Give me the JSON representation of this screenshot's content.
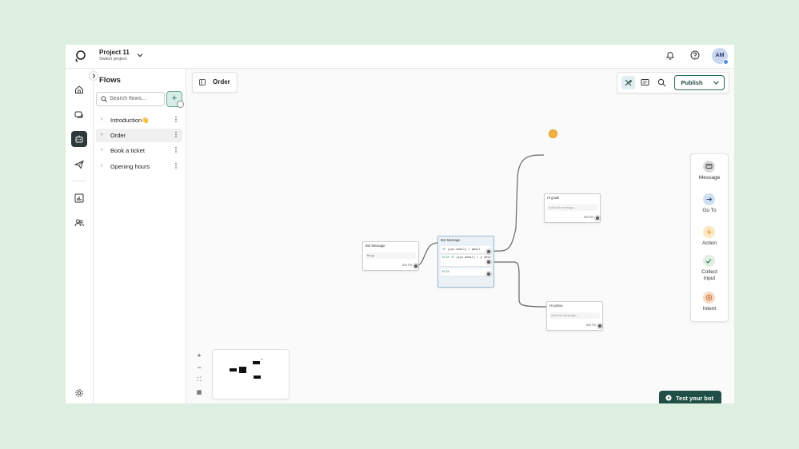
{
  "project": {
    "name": "Project 11",
    "switch_label": "Switch project"
  },
  "user": {
    "initials": "AM"
  },
  "flows_panel": {
    "title": "Flows",
    "search_placeholder": "Search flows...",
    "add_label": "+",
    "items": [
      {
        "label": "Introduction👋",
        "active": false
      },
      {
        "label": "Order",
        "active": true
      },
      {
        "label": "Book a ticket",
        "active": false
      },
      {
        "label": "Opening hours",
        "active": false
      }
    ]
  },
  "canvas": {
    "tab_label": "Order",
    "publish_label": "Publish",
    "nodes": {
      "start": {
        "title": "Bot Message",
        "text": "hi  up",
        "goto": "GO TO"
      },
      "condition": {
        "title": "Bot Message",
        "if_kw": "IF",
        "if_text": "{sys.email} = gmail",
        "elseif_kw": "ELSE IF",
        "elseif_text": "{sys.email} = y ahoo",
        "else_kw": "ELSE"
      },
      "gmail": {
        "title": "Hi gmail",
        "placeholder": "Add bot message...",
        "goto": "GO TO"
      },
      "yahoo": {
        "title": "Hi yahoo",
        "placeholder": "Add bot message...",
        "goto": "GO TO"
      }
    },
    "palette": [
      {
        "label": "Message",
        "icon": "message-icon",
        "color": "#d9d9d9"
      },
      {
        "label": "Go To",
        "icon": "goto-arrow-icon",
        "color": "#cfe0f3"
      },
      {
        "label": "Action",
        "icon": "lightning-icon",
        "color": "#fde7c2"
      },
      {
        "label": "Collect Input",
        "icon": "checkmarks-icon",
        "color": "#dfeee3"
      },
      {
        "label": "Intent",
        "icon": "target-icon",
        "color": "#f8d9c2"
      }
    ],
    "zoom": {
      "in": "+",
      "out": "−",
      "fit": "⛶",
      "layout": "▦"
    },
    "test_bot_label": "Test your bot"
  },
  "colors": {
    "accent": "#1f4f47",
    "background": "#dcefe0",
    "selected_node": "#eaf2f7"
  }
}
